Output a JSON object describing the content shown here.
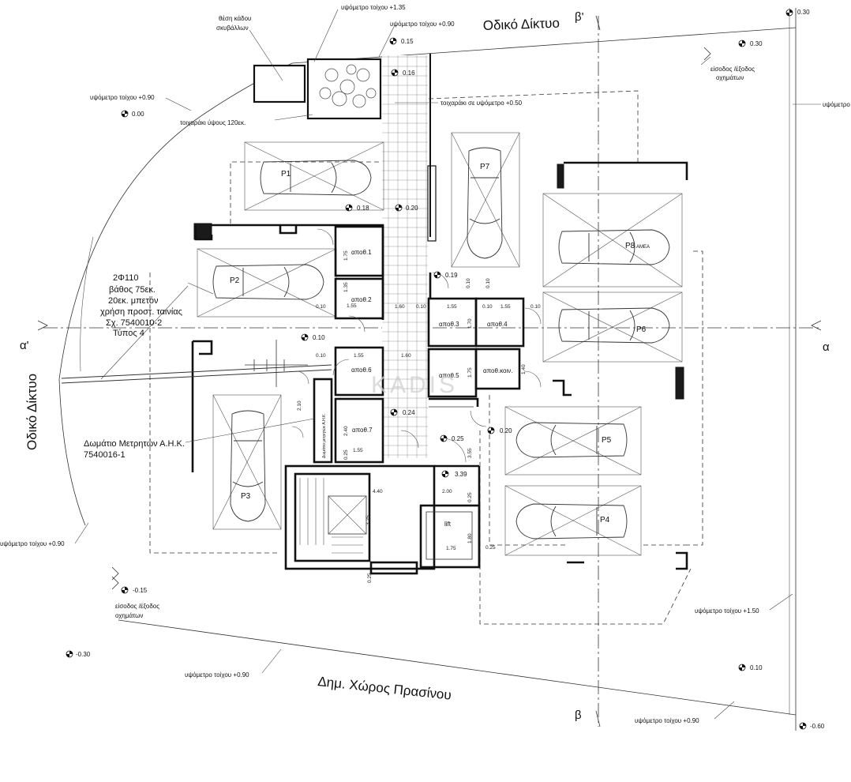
{
  "streets": {
    "top": "Οδικό Δίκτυο",
    "left": "Οδικό Δίκτυο",
    "bottom": "Δημ. Χώρος Πρασίνου"
  },
  "sections": {
    "a": "α",
    "a_prime": "α'",
    "b": "β",
    "b_prime": "β'"
  },
  "notes": {
    "bin_pos_1": "θέση κάδου",
    "bin_pos_2": "σκυβάλλων",
    "wall_135": "υψόμετρο τοίχου +1.35",
    "wall_090_top": "υψόμετρο τοίχου +0.90",
    "wall_090_left": "υψόμετρο τοίχου +0.90",
    "wall_090_mid_left": "υψόμετρο τοίχου +0.90",
    "wall_090_bottom": "υψόμετρο τοίχου +0.90",
    "wall_090_bottom_right": "υψόμετρο τοίχου +0.90",
    "wall_150": "υψόμετρο τοίχου +1.50",
    "wall_right": "υψόμετρο τοίχου",
    "wall_top_050": "τοιχαράκι σε υψόμετρο +0.50",
    "wall_120": "τοιχαράκι ύψους 120εκ.",
    "entry_top_1": "είσοδος /έξοδος",
    "entry_top_2": "οχημάτων",
    "entry_left_1": "είσοδος /έξοδος",
    "entry_left_2": "οχημάτων",
    "pipe_1": "2Φ110",
    "pipe_2": "βάθος 75εκ.",
    "pipe_3": "20εκ. μπετόν",
    "pipe_4": "χρήση προστ. ταινίας",
    "pipe_5": "Σχ. 7540010-2",
    "pipe_6": "Τύπος 4",
    "meter_1": "Δωμάτιο Μετρητών Α.Η.Κ.",
    "meter_2": "7540016-1",
    "meter_room_vert": "Δωμάτιο μετρητών Α.Η.Κ.",
    "watermark": "KADIS"
  },
  "levels": {
    "l015": "0.15",
    "l016": "0.16",
    "l000": "0.00",
    "l018": "0.18",
    "l020": "0.20",
    "l019": "0.19",
    "l010": "0.10",
    "l024": "0.24",
    "l025": "0.25",
    "l020b": "0.20",
    "l339": "3.39",
    "lm015": "-0.15",
    "lm030": "-0.30",
    "l030a": "0.30",
    "l030b": "0.30",
    "l010b": "0.10",
    "lm060": "-0.60"
  },
  "rooms": {
    "apoth1": "αποθ.1",
    "apoth2": "αποθ.2",
    "apoth3": "αποθ.3",
    "apoth4": "αποθ.4",
    "apoth5": "αποθ.5",
    "apoth6": "αποθ.6",
    "apoth7": "αποθ.7",
    "apothkoin": "αποθ.κοιν.",
    "lift": "lift"
  },
  "parking": {
    "p1": "P1",
    "p2": "P2",
    "p3": "P3",
    "p4": "P4",
    "p5": "P5",
    "p6": "P6",
    "p7": "P7",
    "p8": "P8",
    "p8_sub": "AMEA"
  },
  "dims": {
    "d160a": "1.60",
    "d160b": "1.60",
    "d155a": "1.55",
    "d155b": "1.55",
    "d155c": "1.55",
    "d155d": "1.55",
    "d155e": "1.55",
    "d010a": "0.10",
    "d010b": "0.10",
    "d010c": "0.10",
    "d010d": "0.10",
    "d010e": "0.10",
    "d010f": "0.10",
    "d010g": "0.10",
    "d175a": "1.75",
    "d175b": "1.75",
    "d135": "1.35",
    "d170": "1.70",
    "d140": "1.40",
    "d240": "2.40",
    "d440": "4.40",
    "d200": "2.00",
    "d325": "3.25",
    "d180": "1.80",
    "d025a": "0.25",
    "d025b": "0.25",
    "d025c": "0.25",
    "d025d": "0.25",
    "d355": "3.55",
    "d210": "2.10"
  }
}
